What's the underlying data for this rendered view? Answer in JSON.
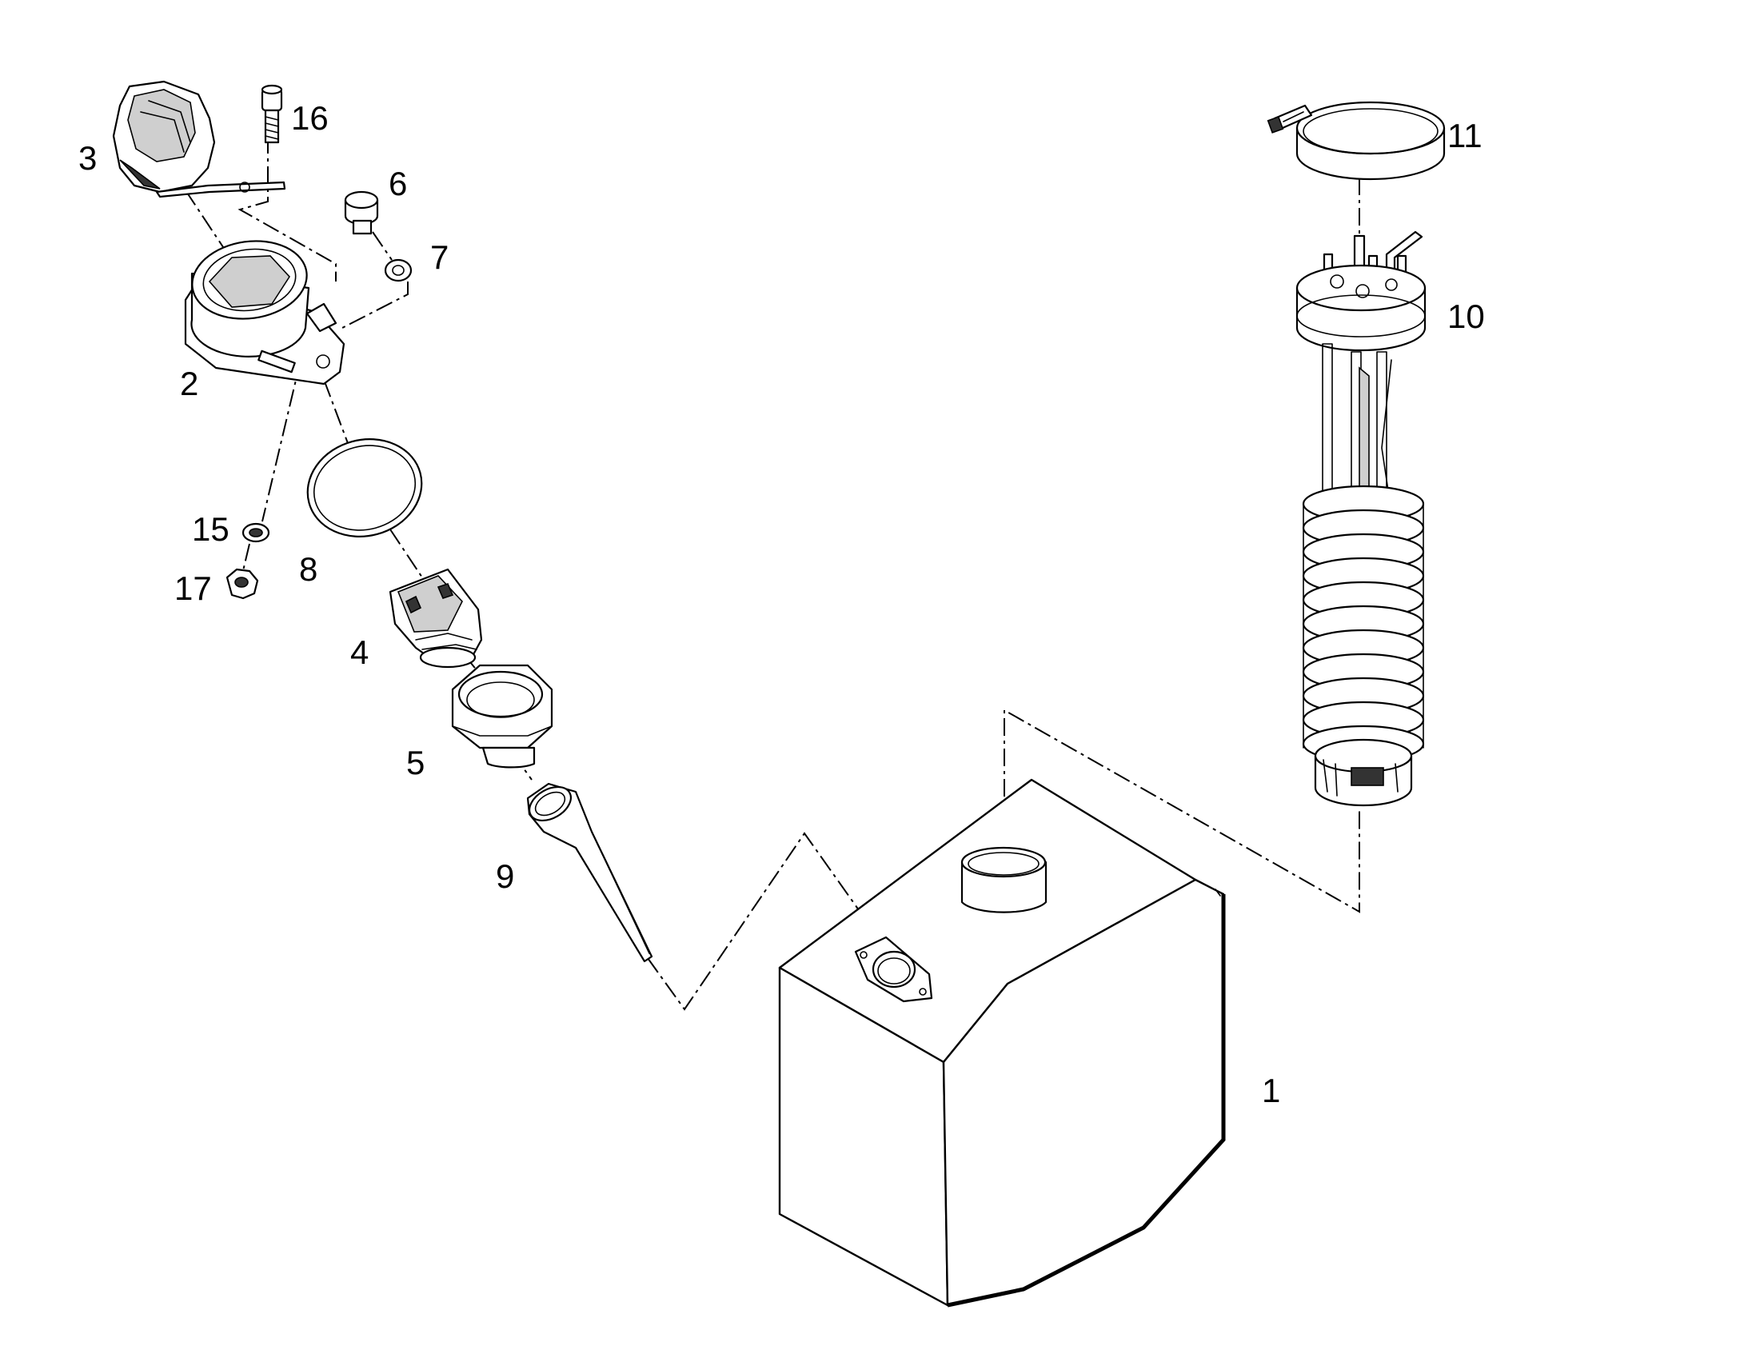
{
  "diagram": {
    "callouts": [
      {
        "id": "1",
        "label": "1"
      },
      {
        "id": "2",
        "label": "2"
      },
      {
        "id": "3",
        "label": "3"
      },
      {
        "id": "4",
        "label": "4"
      },
      {
        "id": "5",
        "label": "5"
      },
      {
        "id": "6",
        "label": "6"
      },
      {
        "id": "7",
        "label": "7"
      },
      {
        "id": "8",
        "label": "8"
      },
      {
        "id": "9",
        "label": "9"
      },
      {
        "id": "10",
        "label": "10"
      },
      {
        "id": "11",
        "label": "11"
      },
      {
        "id": "15",
        "label": "15"
      },
      {
        "id": "16",
        "label": "16"
      },
      {
        "id": "17",
        "label": "17"
      }
    ]
  }
}
